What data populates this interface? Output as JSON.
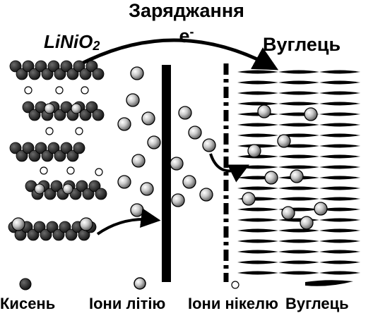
{
  "diagram": {
    "title": "Заряджання",
    "electron_symbol": "e",
    "electron_charge": "-",
    "cathode_formula": "LiNiO",
    "cathode_subscript": "2",
    "anode_label": "Вуглець"
  },
  "legend": {
    "oxygen": "Кисень",
    "lithium_ions": "Іони літію",
    "nickel_ions": "Іони нікелю",
    "carbon": "Вуглець"
  },
  "colors": {
    "ink": "#000000",
    "lithium_fill": "#bdbdbd",
    "oxygen_fill": "#2f2f2f",
    "background": "#ffffff"
  }
}
